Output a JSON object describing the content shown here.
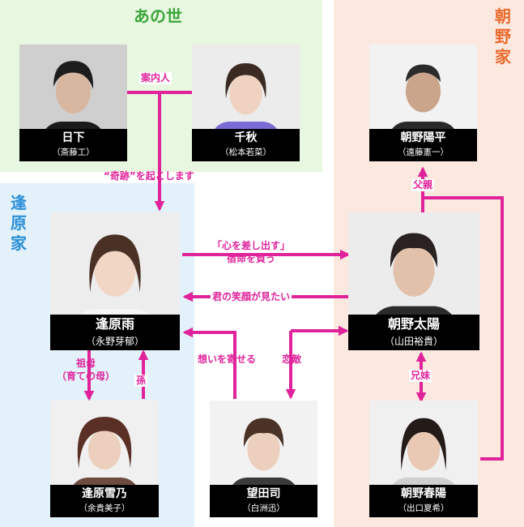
{
  "regions": {
    "anoyo": {
      "title": "あの世",
      "color": "#e8f7df",
      "title_color": "#3aa63a"
    },
    "asano": {
      "title": "朝野家",
      "color": "#fbe8df",
      "title_color": "#e96a2c"
    },
    "ohara": {
      "title": "逢原家",
      "color": "#e3f1fa",
      "title_color": "#2a8fd8"
    }
  },
  "characters": {
    "kusaka": {
      "name": "日下",
      "actor": "（斎藤工）"
    },
    "chiaki": {
      "name": "千秋",
      "actor": "（松本若菜）"
    },
    "yohei": {
      "name": "朝野陽平",
      "actor": "（遠藤憲一）"
    },
    "ame": {
      "name": "逢原雨",
      "actor": "（永野芽郁）"
    },
    "taiyo": {
      "name": "朝野太陽",
      "actor": "（山田裕貴）"
    },
    "yukino": {
      "name": "逢原雪乃",
      "actor": "（余貴美子）"
    },
    "tsukasa": {
      "name": "望田司",
      "actor": "（白洲迅）"
    },
    "haruhi": {
      "name": "朝野春陽",
      "actor": "（出口夏希）"
    }
  },
  "relations": {
    "guide": "案内人",
    "miracle": "“奇跡”を起こします",
    "heart_line1": "「心を差し出す」",
    "heart_line2": "宿命を負う",
    "smile": "君の笑顔が見たい",
    "father": "父親",
    "siblings": "兄妹",
    "grandmother_line1": "祖母",
    "grandmother_line2": "（育ての母）",
    "grandchild": "孫",
    "affection": "想いを寄せる",
    "rival": "恋敵"
  },
  "colors": {
    "line": "#e0239b",
    "plate": "#000000",
    "plate_text": "#ffffff"
  },
  "icons": {
    "arrowhead": "triangle-arrowhead",
    "portrait": "person-silhouette"
  }
}
